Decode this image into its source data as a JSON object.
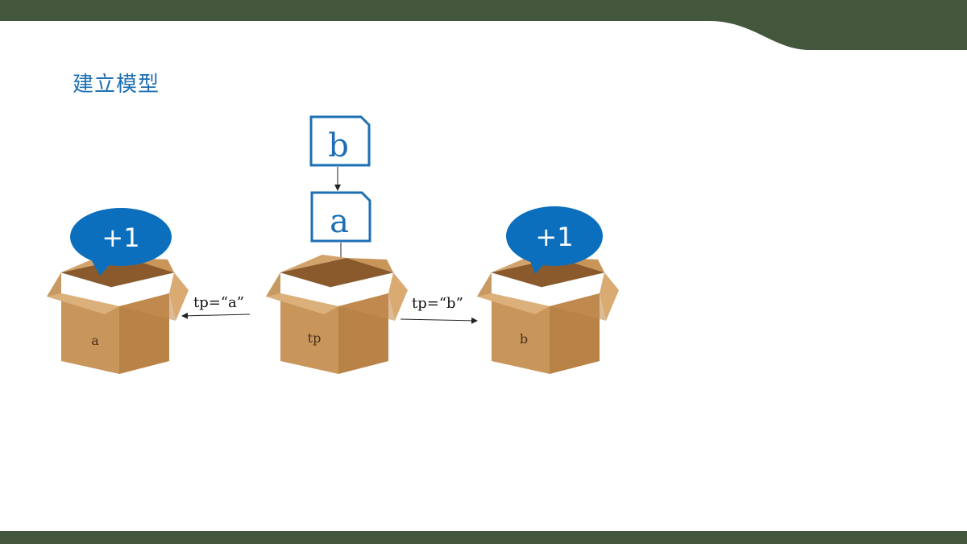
{
  "slide": {
    "title": "建立模型"
  },
  "colors": {
    "band": "#43573c",
    "title": "#1f6fb3",
    "card_stroke": "#1d6fb5",
    "bubble": "#0b6fbd",
    "box_front": "#c8955b",
    "box_side": "#b07a43",
    "box_flap": "#dcb07a",
    "box_inside": "#8a5a2c"
  },
  "cards": [
    {
      "id": "card-b",
      "label": "b"
    },
    {
      "id": "card-a",
      "label": "a"
    }
  ],
  "boxes": [
    {
      "id": "box-a",
      "label": "a"
    },
    {
      "id": "box-tp",
      "label": "tp"
    },
    {
      "id": "box-b",
      "label": "b"
    }
  ],
  "bubbles": [
    {
      "id": "bubble-left",
      "label": "+1"
    },
    {
      "id": "bubble-right",
      "label": "+1"
    }
  ],
  "arrows": [
    {
      "id": "arrow-left",
      "label": "tp=“a”"
    },
    {
      "id": "arrow-right",
      "label": "tp=“b”"
    }
  ]
}
